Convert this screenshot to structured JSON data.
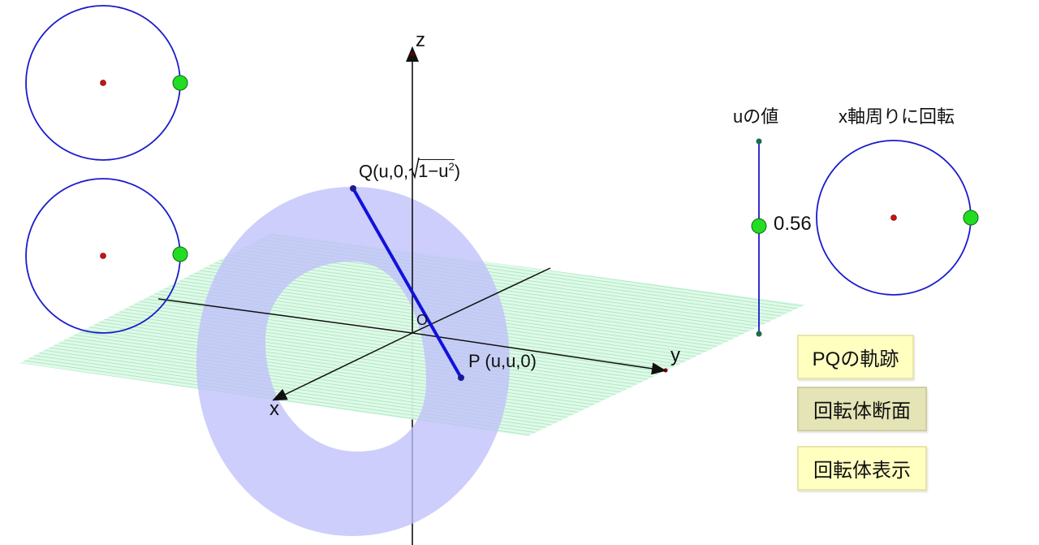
{
  "axes": {
    "x_label": "x",
    "y_label": "y",
    "z_label": "z",
    "origin_label": "O"
  },
  "points": {
    "q_label_prefix": "Q(u,0,",
    "q_sqrt_body": "1−u",
    "q_exponent": "2",
    "q_label_suffix": ")",
    "p_label": "P (u,u,0)"
  },
  "slider": {
    "title": "uの値",
    "value": "0.56",
    "min": 0,
    "max": 1,
    "fraction": 0.56
  },
  "rotation": {
    "title": "x軸周りに回転"
  },
  "buttons": [
    {
      "label": "PQの軌跡",
      "active": false
    },
    {
      "label": "回転体断面",
      "active": true
    },
    {
      "label": "回転体表示",
      "active": false
    }
  ],
  "colors": {
    "circle_stroke": "#1a1acc",
    "knob": "#22dd22",
    "center_dot": "#cc1111",
    "segment": "#1111dd",
    "torus_fill": "#c7c7fb",
    "plane_fill": "#ddf8e6",
    "plane_lines": "#8fe0b0",
    "button_bg": "#ffffc0"
  }
}
